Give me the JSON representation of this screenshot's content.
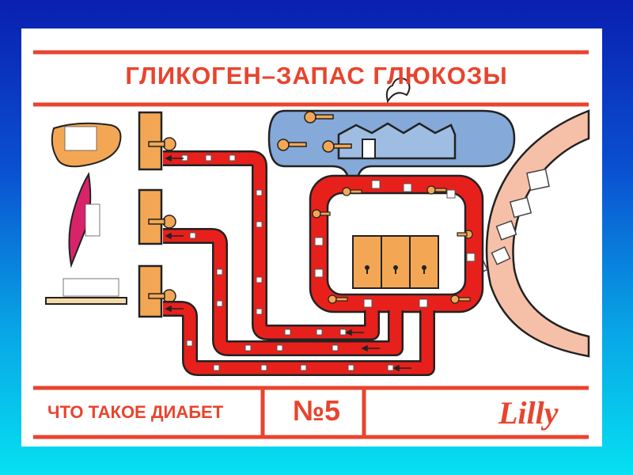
{
  "title": "ГЛИКОГЕН–ЗАПАС ГЛЮКОЗЫ",
  "footer": {
    "series": "ЧТО ТАКОЕ ДИАБЕТ",
    "number": "№5",
    "logo": "Lilly"
  },
  "colors": {
    "accent": "#e8442e",
    "pipe": "#e8201c",
    "door": "#f3a755",
    "cloud": "#85a9d8",
    "vessel": "#f6c0a8"
  }
}
